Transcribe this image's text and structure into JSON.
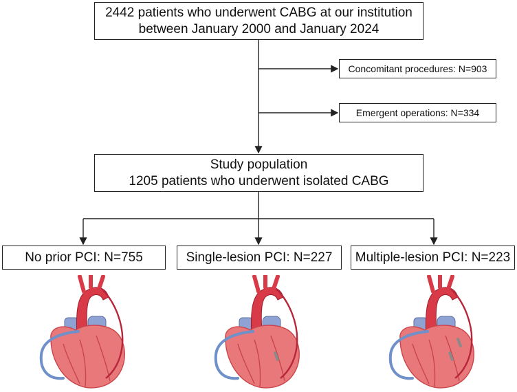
{
  "flowchart": {
    "top_box": {
      "line1": "2442 patients who underwent CABG at our institution",
      "line2": "between January 2000 and January 2024"
    },
    "exclusions": [
      {
        "label": "Concomitant procedures: N=903"
      },
      {
        "label": "Emergent operations: N=334"
      }
    ],
    "study_box": {
      "line1": "Study population",
      "line2": "1205 patients who underwent isolated CABG"
    },
    "groups": [
      {
        "label": "No prior PCI: N=755",
        "stents": 0
      },
      {
        "label": "Single-lesion PCI: N=227",
        "stents": 1
      },
      {
        "label": "Multiple-lesion PCI: N=223",
        "stents": 2
      }
    ]
  },
  "colors": {
    "line": "#222222",
    "heart_body": "#e8787a",
    "heart_dark": "#c9454b",
    "aorta": "#d93a48",
    "vena_cava": "#8ea2d4",
    "graft_red": "#b8263a",
    "graft_blue": "#6f90c8",
    "stent": "#8a8a8a"
  }
}
